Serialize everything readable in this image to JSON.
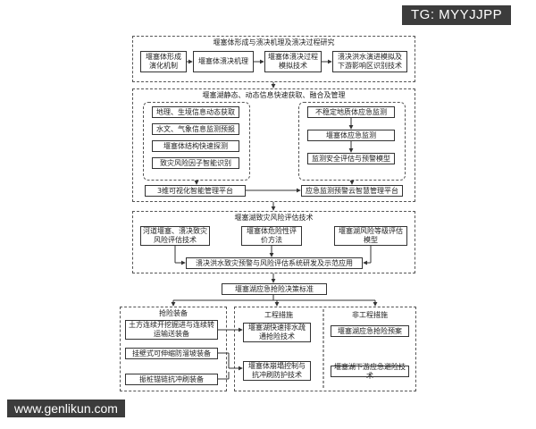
{
  "watermarks": {
    "top": "TG: MYYJJPP",
    "bottom": "www.genlikun.com"
  },
  "section1": {
    "title": "堰塞体形成与溃决机理及溃决过程研究",
    "boxes": [
      "堰塞体形成演化机制",
      "堰塞体溃决机理",
      "堰塞体溃决过程模拟技术",
      "溃决洪水演进模拟及下游影响区识别技术"
    ]
  },
  "section2": {
    "title": "堰塞湖静态、动态信息快速获取、融合及管理",
    "left_items": [
      "地理、生境信息动态获取",
      "水文、气象信息监测预报",
      "堰塞体结构快速探测",
      "致灾风险因子智能识别"
    ],
    "right_items": [
      "不稳定地质体应急监测",
      "堰塞体应急监测",
      "监测安全评估与预警模型"
    ],
    "left_platform": "3维可视化智能管理平台",
    "right_platform": "应急监测预警云智慧管理平台"
  },
  "section3": {
    "title": "堰塞湖致灾风险评估技术",
    "boxes": [
      "河道堰塞、溃决致灾风险评估技术",
      "堰塞体危险性评价方法",
      "堰塞湖风险等级评估模型"
    ],
    "bottom": "溃决洪水致灾预警与风险评估系统研发及示范应用"
  },
  "standard": "堰塞湖应急抢险决策标准",
  "section4": {
    "equipment_title": "抢险装备",
    "equipment_items": [
      "土方连续开挖掘进与连续转运输送装备",
      "挂壁式可伸缩防溜坡装备",
      "振桩锚链抗冲刷装备"
    ],
    "engineering_title": "工程措施",
    "engineering_items": [
      "堰塞湖快速排水疏通抢险技术",
      "堰塞体崩塌控制与抗冲刷防护技术"
    ],
    "nonengineering_title": "非工程措施",
    "nonengineering_items": [
      "堰塞湖应急抢险预案",
      "堰塞湖下游应急避险技术"
    ]
  }
}
